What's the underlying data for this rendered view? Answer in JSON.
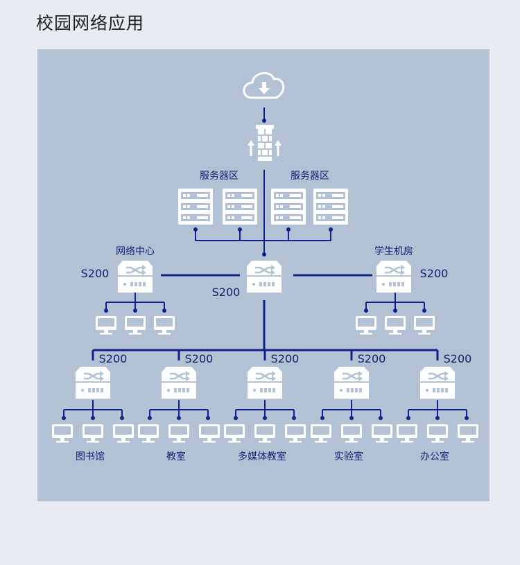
{
  "page": {
    "title": "校园网络应用"
  },
  "diagram": {
    "server_zone_left": "服务器区",
    "server_zone_right": "服务器区",
    "net_center": "网络中心",
    "student_lab": "学生机房",
    "core_model": "S200",
    "left_model": "S200",
    "right_model": "S200",
    "access": [
      {
        "model": "S200",
        "label": "图书馆"
      },
      {
        "model": "S200",
        "label": "教室"
      },
      {
        "model": "S200",
        "label": "多媒体教室"
      },
      {
        "model": "S200",
        "label": "实验室"
      },
      {
        "model": "S200",
        "label": "办公室"
      }
    ]
  },
  "colors": {
    "line": "#0f1f8c",
    "panel": "#b3c1d5",
    "icon": "#ffffff",
    "text": "#0f1f6e"
  }
}
